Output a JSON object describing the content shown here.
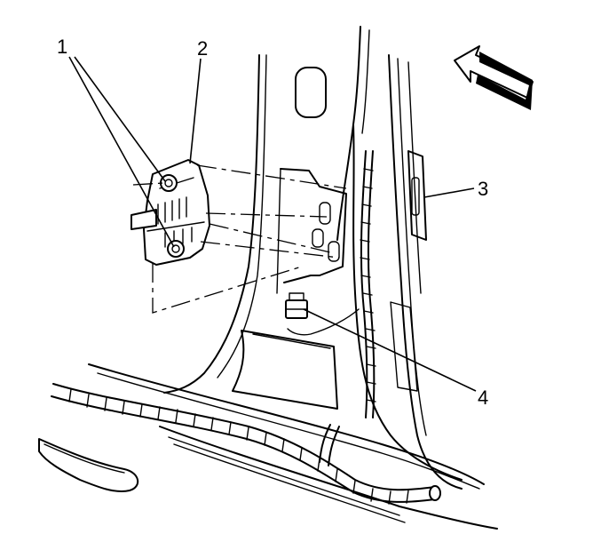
{
  "callouts": [
    {
      "id": "1",
      "label": "1"
    },
    {
      "id": "2",
      "label": "2"
    },
    {
      "id": "3",
      "label": "3"
    },
    {
      "id": "4",
      "label": "4"
    }
  ],
  "colors": {
    "line": "#000000",
    "background": "#ffffff"
  },
  "icons": {
    "direction_arrow": "front-direction-arrow-icon"
  }
}
